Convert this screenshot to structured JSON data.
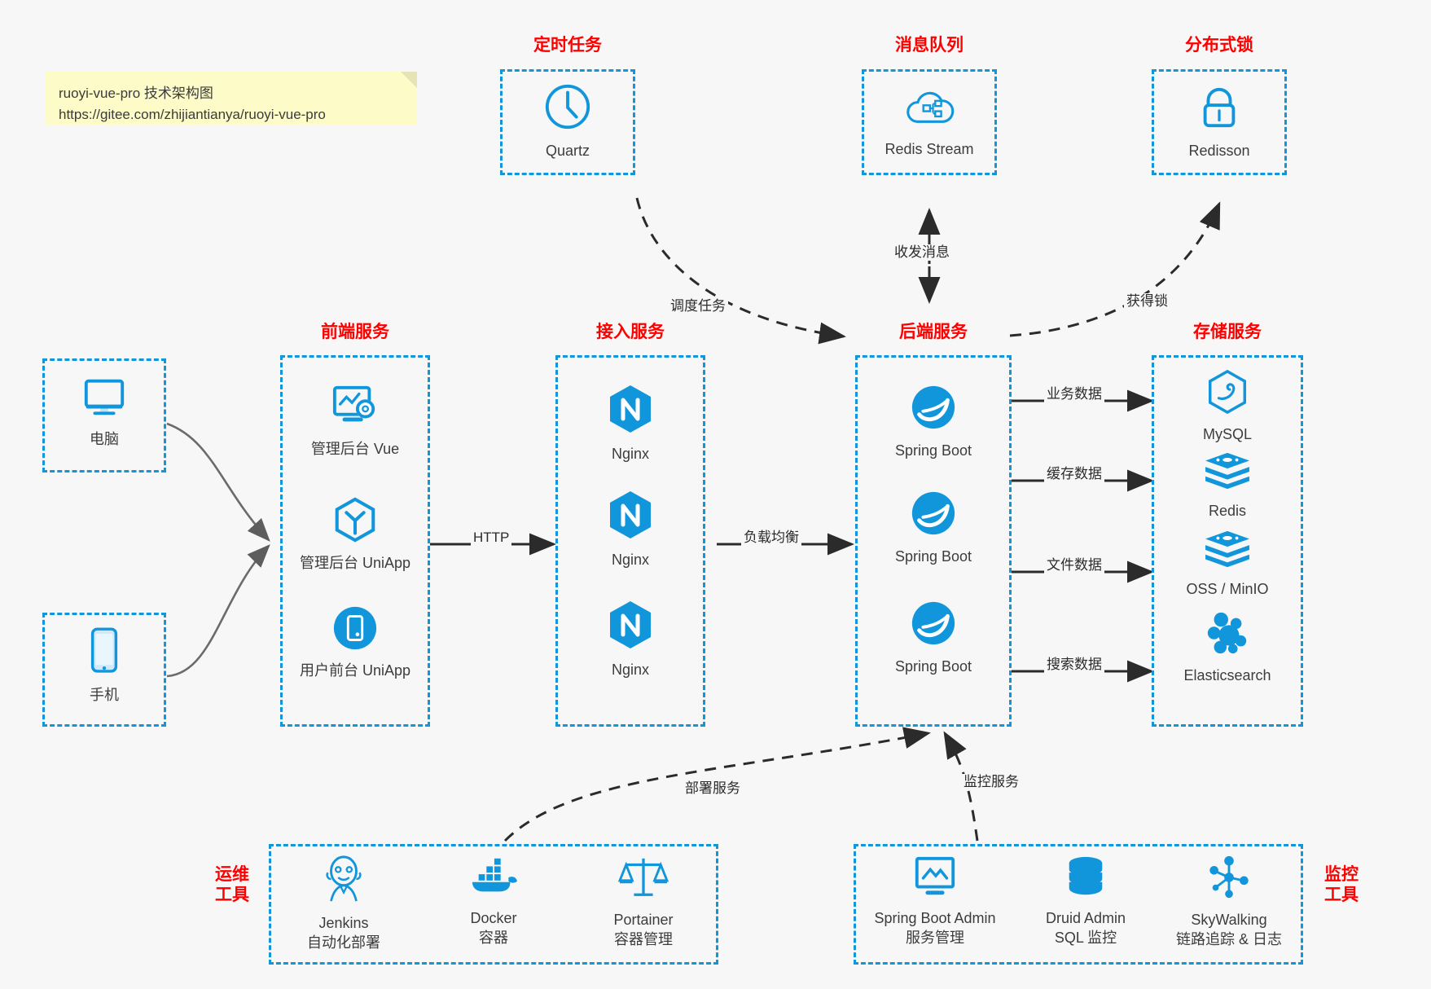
{
  "note": {
    "line1": "ruoyi-vue-pro 技术架构图",
    "line2": "https://gitee.com/zhijiantianya/ruoyi-vue-pro"
  },
  "colors": {
    "accent_blue": "#1296db",
    "title_red": "#ff0000",
    "note_bg": "#fdfbc8",
    "canvas_bg": "#f7f7f7",
    "wire_dark": "#3a3a3a",
    "wire_gray": "#6b6b6b"
  },
  "groups": {
    "scheduled_task": {
      "title": "定时任务",
      "nodes": [
        {
          "label": "Quartz",
          "icon": "clock-icon"
        }
      ]
    },
    "message_queue": {
      "title": "消息队列",
      "nodes": [
        {
          "label": "Redis Stream",
          "icon": "cloud-stream-icon"
        }
      ]
    },
    "distributed_lock": {
      "title": "分布式锁",
      "nodes": [
        {
          "label": "Redisson",
          "icon": "lock-icon"
        }
      ]
    },
    "clients": {
      "nodes": [
        {
          "label": "电脑",
          "icon": "desktop-computer-icon"
        },
        {
          "label": "手机",
          "icon": "mobile-phone-icon"
        }
      ]
    },
    "frontend": {
      "title": "前端服务",
      "nodes": [
        {
          "label": "管理后台 Vue",
          "icon": "dashboard-settings-icon"
        },
        {
          "label": "管理后台 UniApp",
          "icon": "uniapp-cube-icon"
        },
        {
          "label": "用户前台 UniApp",
          "icon": "app-module-icon"
        }
      ]
    },
    "gateway": {
      "title": "接入服务",
      "nodes": [
        {
          "label": "Nginx",
          "icon": "nginx-icon"
        },
        {
          "label": "Nginx",
          "icon": "nginx-icon"
        },
        {
          "label": "Nginx",
          "icon": "nginx-icon"
        }
      ]
    },
    "backend": {
      "title": "后端服务",
      "nodes": [
        {
          "label": "Spring Boot",
          "icon": "spring-boot-icon"
        },
        {
          "label": "Spring Boot",
          "icon": "spring-boot-icon"
        },
        {
          "label": "Spring Boot",
          "icon": "spring-boot-icon"
        }
      ]
    },
    "storage": {
      "title": "存储服务",
      "nodes": [
        {
          "label": "MySQL",
          "icon": "mysql-icon"
        },
        {
          "label": "Redis",
          "icon": "redis-icon"
        },
        {
          "label": "OSS / MinIO",
          "icon": "oss-minio-icon"
        },
        {
          "label": "Elasticsearch",
          "icon": "elasticsearch-icon"
        }
      ]
    },
    "devops": {
      "title_line1": "运维",
      "title_line2": "工具",
      "nodes": [
        {
          "label": "Jenkins",
          "sublabel": "自动化部署",
          "icon": "jenkins-icon"
        },
        {
          "label": "Docker",
          "sublabel": "容器",
          "icon": "docker-icon"
        },
        {
          "label": "Portainer",
          "sublabel": "容器管理",
          "icon": "portainer-scales-icon"
        }
      ]
    },
    "monitoring": {
      "title_line1": "监控",
      "title_line2": "工具",
      "nodes": [
        {
          "label": "Spring Boot Admin",
          "sublabel": "服务管理",
          "icon": "monitor-chart-icon"
        },
        {
          "label": "Druid Admin",
          "sublabel": "SQL 监控",
          "icon": "database-icon"
        },
        {
          "label": "SkyWalking",
          "sublabel": "链路追踪 & 日志",
          "icon": "skywalking-node-icon"
        }
      ]
    }
  },
  "edges": [
    {
      "id": "schedule-task",
      "label": "调度任务"
    },
    {
      "id": "send-recv-message",
      "label": "收发消息"
    },
    {
      "id": "acquire-lock",
      "label": "获得锁"
    },
    {
      "id": "http",
      "label": "HTTP"
    },
    {
      "id": "load-balance",
      "label": "负载均衡"
    },
    {
      "id": "business-data",
      "label": "业务数据"
    },
    {
      "id": "cache-data",
      "label": "缓存数据"
    },
    {
      "id": "file-data",
      "label": "文件数据"
    },
    {
      "id": "search-data",
      "label": "搜索数据"
    },
    {
      "id": "deploy-service",
      "label": "部署服务"
    },
    {
      "id": "monitor-service",
      "label": "监控服务"
    }
  ]
}
